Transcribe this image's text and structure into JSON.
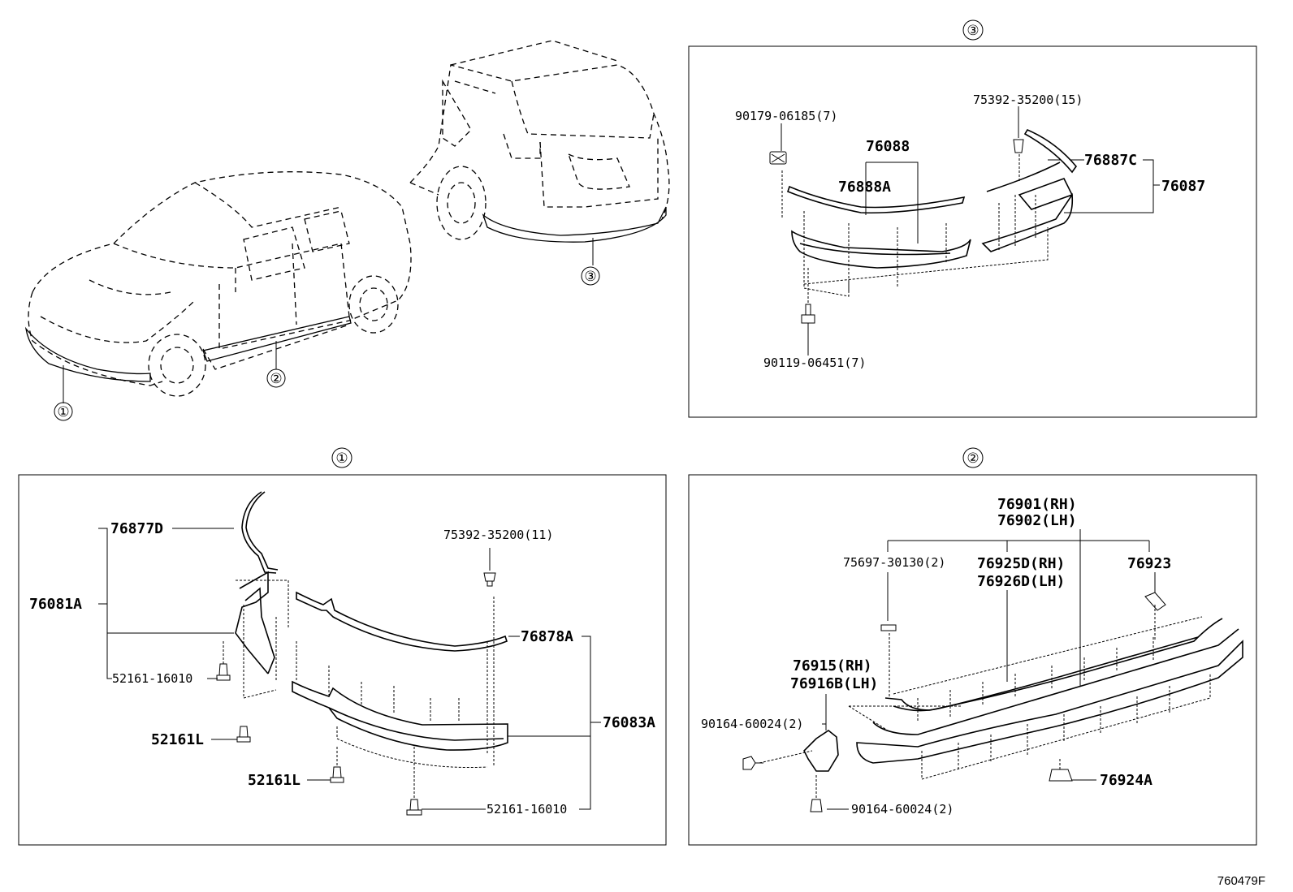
{
  "diagram": {
    "callouts": {
      "c1": "①",
      "c2": "②",
      "c3": "③"
    },
    "overview": {
      "front": "①",
      "side": "②",
      "rear": "③"
    },
    "panel3": {
      "title": "③",
      "p1": "90179-06185(7)",
      "p2": "75392-35200(15)",
      "p3": "76088",
      "p4": "76887C",
      "p5": "76888A",
      "p6": "76087",
      "p7": "90119-06451(7)"
    },
    "panel1": {
      "title": "①",
      "p1": "76877D",
      "p2": "75392-35200(11)",
      "p3": "76081A",
      "p4": "76878A",
      "p5": "52161-16010",
      "p6": "76083A",
      "p7": "52161L",
      "p8": "52161L",
      "p9": "52161-16010"
    },
    "panel2": {
      "title": "②",
      "p1a": "76901(RH)",
      "p1b": "76902(LH)",
      "p2": "75697-30130(2)",
      "p3a": "76925D(RH)",
      "p3b": "76926D(LH)",
      "p4": "76923",
      "p5a": "76915(RH)",
      "p5b": "76916B(LH)",
      "p6": "90164-60024(2)",
      "p7": "76924A",
      "p8": "90164-60024(2)"
    },
    "ref_code": "760479F"
  }
}
